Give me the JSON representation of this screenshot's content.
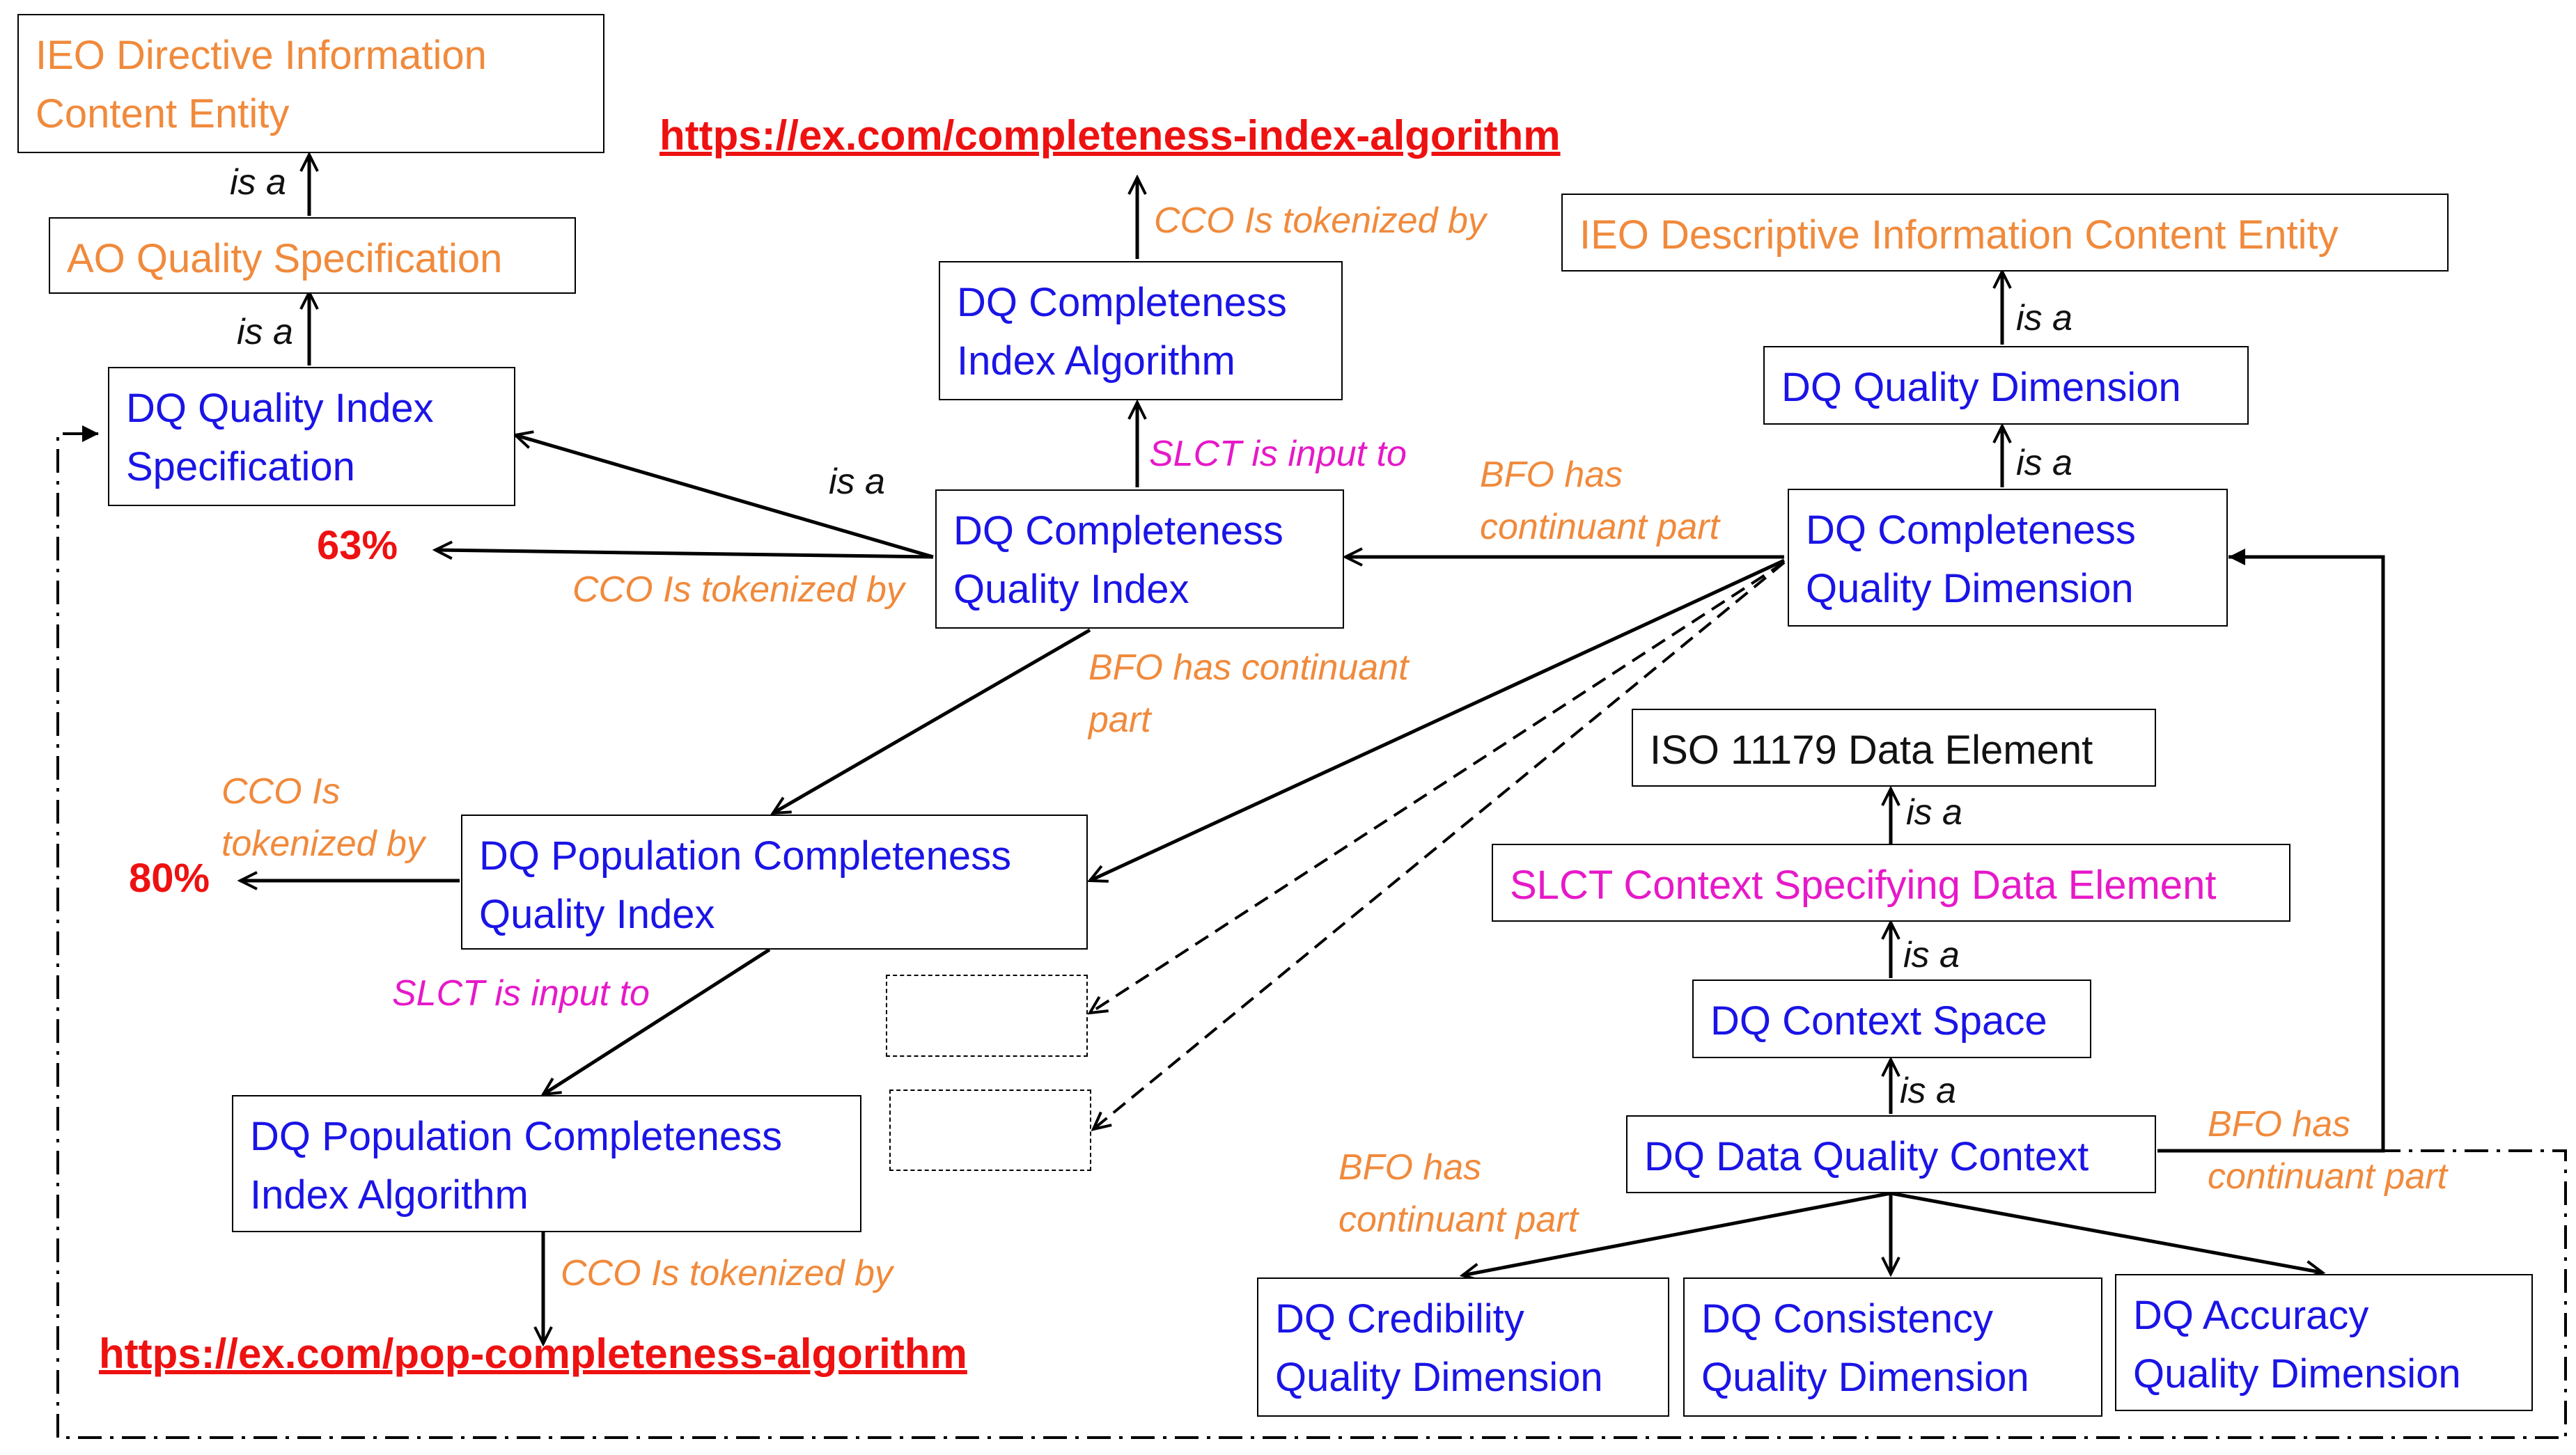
{
  "nodes": {
    "ieo_directive": "IEO Directive Information\nContent Entity",
    "ao_quality_spec": "AO Quality Specification",
    "dq_quality_index_spec": "DQ Quality Index\nSpecification",
    "dq_completeness_index_algorithm": "DQ Completeness\nIndex Algorithm",
    "dq_completeness_quality_index": "DQ Completeness\nQuality Index",
    "dq_population_completeness_quality_index": "DQ Population Completeness\nQuality Index",
    "dq_population_completeness_index_algorithm": "DQ Population Completeness\nIndex Algorithm",
    "ieo_descriptive": "IEO Descriptive Information Content Entity",
    "dq_quality_dimension": "DQ Quality Dimension",
    "dq_completeness_quality_dimension": "DQ Completeness\nQuality Dimension",
    "iso_11179": "ISO 11179 Data Element",
    "slct_context_specifying": "SLCT Context Specifying Data Element",
    "dq_context_space": "DQ Context Space",
    "dq_data_quality_context": "DQ Data Quality Context",
    "dq_credibility": "DQ Credibility\nQuality Dimension",
    "dq_consistency": "DQ Consistency\nQuality Dimension",
    "dq_accuracy": "DQ Accuracy\nQuality Dimension"
  },
  "edge_labels": {
    "is_a": "is a",
    "cco_tokenized": "CCO Is tokenized by",
    "cco_tokenized_wrapped": "CCO Is\ntokenized by",
    "slct_input": "SLCT is input to",
    "bfo_continuant_part": "BFO has\ncontinuant part",
    "bfo_has_continuant_part_wrapped": "BFO has continuant\npart"
  },
  "values": {
    "pct_completeness": "63%",
    "pct_population": "80%",
    "url_completeness": "https://ex.com/completeness-index-algorithm",
    "url_population": "https://ex.com/pop-completeness-algorithm"
  }
}
